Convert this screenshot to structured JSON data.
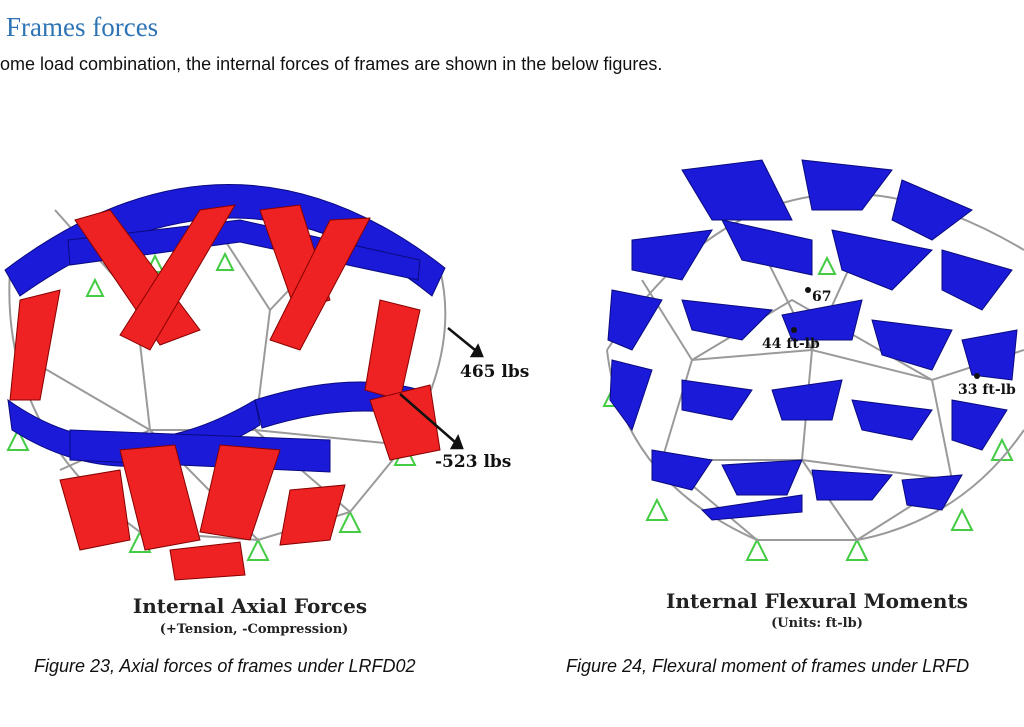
{
  "section": {
    "heading": "Frames forces",
    "intro": "ome load combination, the internal forces of frames are shown in the below figures."
  },
  "figure_left": {
    "plot_title": "Internal Axial Forces",
    "plot_subtitle": "(+Tension, -Compression)",
    "labels": {
      "tension": "465 lbs",
      "compression": "-523 lbs"
    },
    "caption": "Figure 23, Axial forces of frames under LRFD02",
    "colors": {
      "tension": "#ee2222",
      "compression": "#1a1ad8",
      "frame": "#9a9a9a",
      "support": "#44cc44"
    }
  },
  "figure_right": {
    "plot_title": "Internal Flexural Moments",
    "plot_subtitle": "(Units: ft-lb)",
    "labels": {
      "top": "67",
      "middle": "44 ft-lb",
      "right": "33 ft-lb"
    },
    "caption": "Figure 24, Flexural moment of frames under LRFD",
    "colors": {
      "moment": "#1a1ad8",
      "frame": "#9a9a9a",
      "support": "#44cc44"
    }
  }
}
